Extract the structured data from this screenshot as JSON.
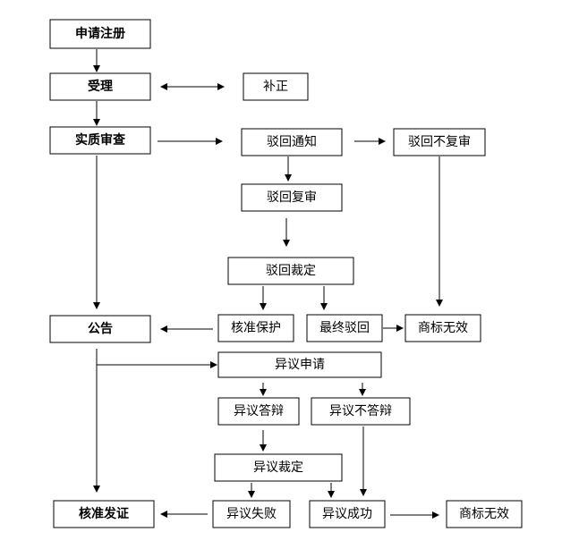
{
  "nodes": {
    "apply": "申请注册",
    "accept": "受理",
    "supplement": "补正",
    "substantive": "实质审查",
    "reject_notice": "驳回通知",
    "no_reexam": "驳回不复审",
    "reject_reexam": "驳回复审",
    "reject_ruling": "驳回裁定",
    "announce": "公告",
    "approve_protect": "核准保护",
    "final_reject": "最终驳回",
    "invalid_1": "商标无效",
    "objection": "异议申请",
    "obj_reply": "异议答辩",
    "obj_noreply": "异议不答辩",
    "obj_ruling": "异议裁定",
    "certify": "核准发证",
    "obj_fail": "异议失败",
    "obj_success": "异议成功",
    "invalid_2": "商标无效"
  },
  "colors": {
    "stroke": "#000000",
    "fill": "#ffffff",
    "text": "#000000"
  }
}
